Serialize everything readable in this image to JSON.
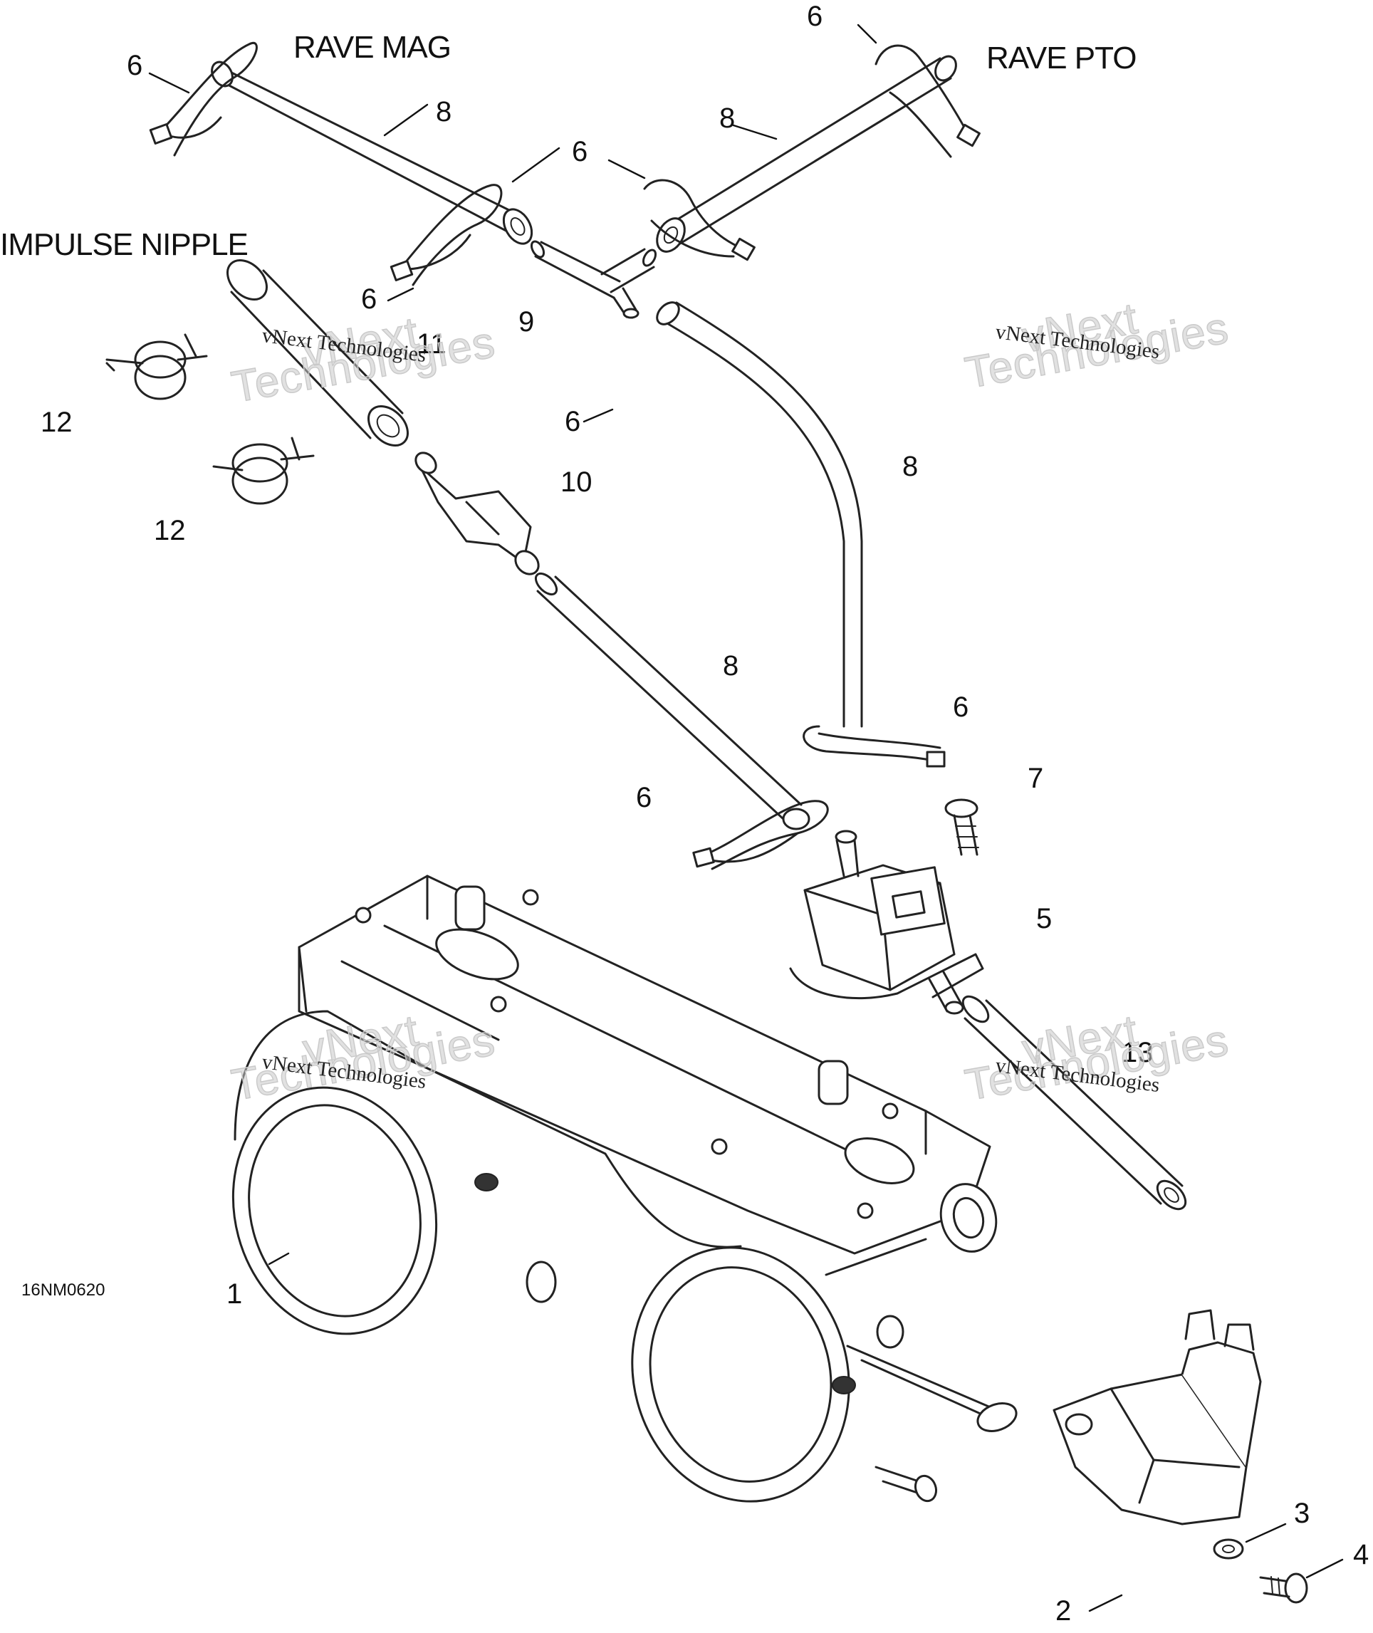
{
  "diagram": {
    "titles": {
      "rave_mag": "RAVE MAG",
      "rave_pto": "RAVE PTO",
      "impulse_nipple": "IMPULSE NIPPLE"
    },
    "figure_code": "16NM0620",
    "callouts": [
      "6",
      "8",
      "6",
      "8",
      "6",
      "6",
      "9",
      "11",
      "6",
      "8",
      "10",
      "12",
      "12",
      "8",
      "6",
      "7",
      "6",
      "5",
      "13",
      "1",
      "3",
      "4",
      "2"
    ],
    "watermark": {
      "line1": "vNext",
      "line2": "Technologies",
      "caption": "vNext Technologies"
    }
  }
}
